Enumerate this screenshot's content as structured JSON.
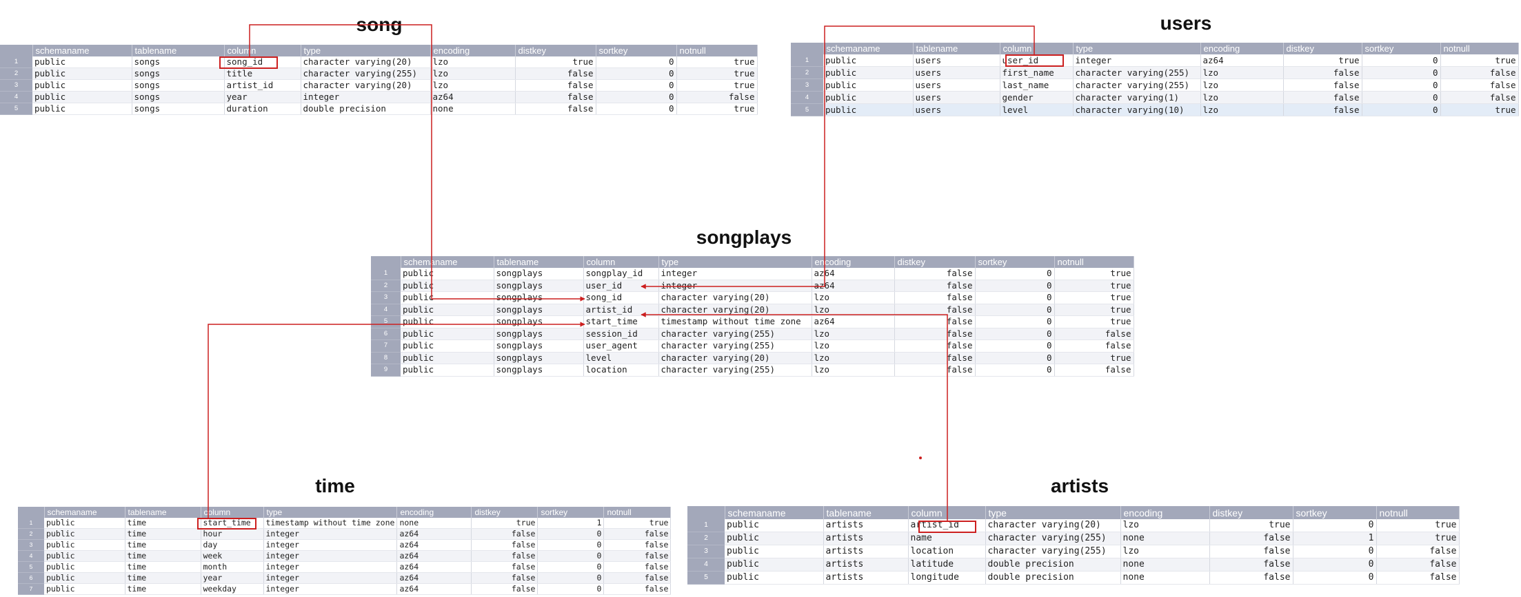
{
  "titles": {
    "song": "song",
    "users": "users",
    "songplays": "songplays",
    "time": "time",
    "artists": "artists"
  },
  "headers": [
    "schemaname",
    "tablename",
    "column",
    "type",
    "encoding",
    "distkey",
    "sortkey",
    "notnull"
  ],
  "tables": {
    "song": [
      [
        "1",
        "public",
        "songs",
        "song_id",
        "character varying(20)",
        "lzo",
        "true",
        "0",
        "true"
      ],
      [
        "2",
        "public",
        "songs",
        "title",
        "character varying(255)",
        "lzo",
        "false",
        "0",
        "true"
      ],
      [
        "3",
        "public",
        "songs",
        "artist_id",
        "character varying(20)",
        "lzo",
        "false",
        "0",
        "true"
      ],
      [
        "4",
        "public",
        "songs",
        "year",
        "integer",
        "az64",
        "false",
        "0",
        "false"
      ],
      [
        "5",
        "public",
        "songs",
        "duration",
        "double precision",
        "none",
        "false",
        "0",
        "true"
      ]
    ],
    "users": [
      [
        "1",
        "public",
        "users",
        "user_id",
        "integer",
        "az64",
        "true",
        "0",
        "true"
      ],
      [
        "2",
        "public",
        "users",
        "first_name",
        "character varying(255)",
        "lzo",
        "false",
        "0",
        "false"
      ],
      [
        "3",
        "public",
        "users",
        "last_name",
        "character varying(255)",
        "lzo",
        "false",
        "0",
        "false"
      ],
      [
        "4",
        "public",
        "users",
        "gender",
        "character varying(1)",
        "lzo",
        "false",
        "0",
        "false"
      ],
      [
        "5",
        "public",
        "users",
        "level",
        "character varying(10)",
        "lzo",
        "false",
        "0",
        "true"
      ]
    ],
    "songplays": [
      [
        "1",
        "public",
        "songplays",
        "songplay_id",
        "integer",
        "az64",
        "false",
        "0",
        "true"
      ],
      [
        "2",
        "public",
        "songplays",
        "user_id",
        "integer",
        "az64",
        "false",
        "0",
        "true"
      ],
      [
        "3",
        "public",
        "songplays",
        "song_id",
        "character varying(20)",
        "lzo",
        "false",
        "0",
        "true"
      ],
      [
        "4",
        "public",
        "songplays",
        "artist_id",
        "character varying(20)",
        "lzo",
        "false",
        "0",
        "true"
      ],
      [
        "5",
        "public",
        "songplays",
        "start_time",
        "timestamp without time zone",
        "az64",
        "false",
        "0",
        "true"
      ],
      [
        "6",
        "public",
        "songplays",
        "session_id",
        "character varying(255)",
        "lzo",
        "false",
        "0",
        "false"
      ],
      [
        "7",
        "public",
        "songplays",
        "user_agent",
        "character varying(255)",
        "lzo",
        "false",
        "0",
        "false"
      ],
      [
        "8",
        "public",
        "songplays",
        "level",
        "character varying(20)",
        "lzo",
        "false",
        "0",
        "true"
      ],
      [
        "9",
        "public",
        "songplays",
        "location",
        "character varying(255)",
        "lzo",
        "false",
        "0",
        "false"
      ]
    ],
    "time": [
      [
        "1",
        "public",
        "time",
        "start_time",
        "timestamp without time zone",
        "none",
        "true",
        "1",
        "true"
      ],
      [
        "2",
        "public",
        "time",
        "hour",
        "integer",
        "az64",
        "false",
        "0",
        "false"
      ],
      [
        "3",
        "public",
        "time",
        "day",
        "integer",
        "az64",
        "false",
        "0",
        "false"
      ],
      [
        "4",
        "public",
        "time",
        "week",
        "integer",
        "az64",
        "false",
        "0",
        "false"
      ],
      [
        "5",
        "public",
        "time",
        "month",
        "integer",
        "az64",
        "false",
        "0",
        "false"
      ],
      [
        "6",
        "public",
        "time",
        "year",
        "integer",
        "az64",
        "false",
        "0",
        "false"
      ],
      [
        "7",
        "public",
        "time",
        "weekday",
        "integer",
        "az64",
        "false",
        "0",
        "false"
      ]
    ],
    "artists": [
      [
        "1",
        "public",
        "artists",
        "artist_id",
        "character varying(20)",
        "lzo",
        "true",
        "0",
        "true"
      ],
      [
        "2",
        "public",
        "artists",
        "name",
        "character varying(255)",
        "none",
        "false",
        "1",
        "true"
      ],
      [
        "3",
        "public",
        "artists",
        "location",
        "character varying(255)",
        "lzo",
        "false",
        "0",
        "false"
      ],
      [
        "4",
        "public",
        "artists",
        "latitude",
        "double precision",
        "none",
        "false",
        "0",
        "false"
      ],
      [
        "5",
        "public",
        "artists",
        "longitude",
        "double precision",
        "none",
        "false",
        "0",
        "false"
      ]
    ]
  },
  "colors": {
    "header_bg": "#a3a8ba",
    "connector": "#cc1f1f"
  }
}
